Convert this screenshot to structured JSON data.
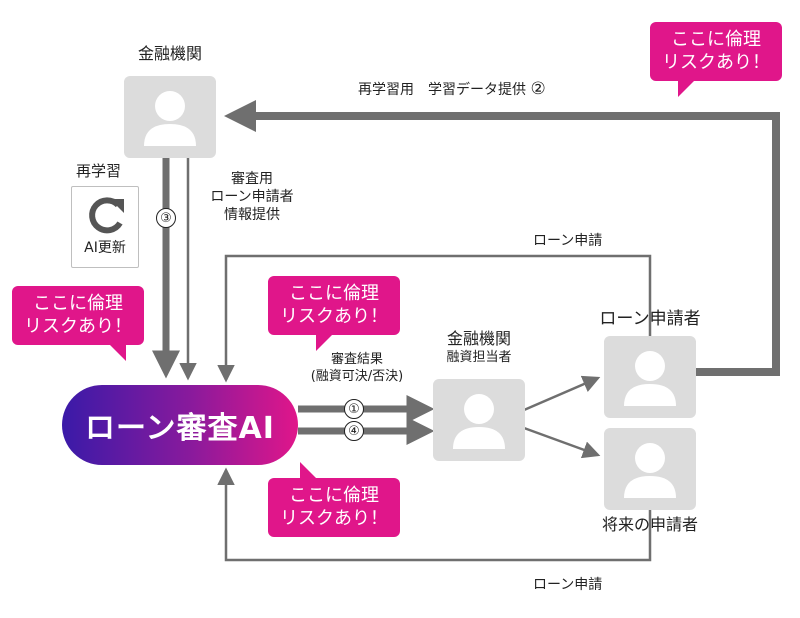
{
  "nodes": {
    "bank_top": "金融機関",
    "loan_officer_line1": "金融機関",
    "loan_officer_line2": "融資担当者",
    "applicant": "ローン申請者",
    "future_applicant": "将来の申請者",
    "ai": "ローン審査AI"
  },
  "retrain": {
    "title": "再学習",
    "caption": "AI更新"
  },
  "labels": {
    "retrain_data": "再学習用　学習データ提供",
    "retrain_data_num": "②",
    "review_info": [
      "審査用",
      "ローン申請者",
      "情報提供"
    ],
    "review_result": [
      "審査結果",
      "(融資可決/否決)"
    ],
    "loan_apply_top": "ローン申請",
    "loan_apply_bottom": "ローン申請"
  },
  "steps": {
    "s1": "①",
    "s3": "③",
    "s4": "④"
  },
  "risk_bubble": [
    "ここに倫理",
    "リスクあり！"
  ],
  "colors": {
    "risk": "#e0168a",
    "arrow": "#6f6f6f",
    "avatar_bg": "#dcdcdc",
    "ai_gradient_start": "#3a1aa8",
    "ai_gradient_end": "#e0168a"
  }
}
